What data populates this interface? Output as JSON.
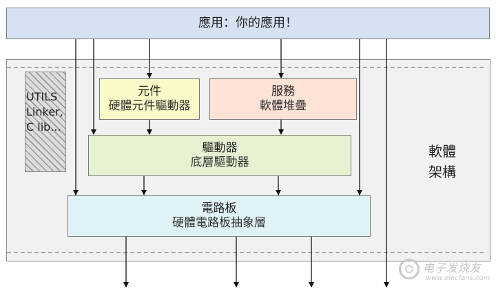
{
  "application": {
    "label": "應用：你的應用！"
  },
  "utils": {
    "lines": [
      "UTILS",
      "Linker,",
      "C lib..."
    ]
  },
  "components": {
    "title": "元件",
    "subtitle": "硬體元件驅動器"
  },
  "services": {
    "title": "服務",
    "subtitle": "軟體堆疊"
  },
  "drivers": {
    "title": "驅動器",
    "subtitle": "底層驅動器"
  },
  "board": {
    "title": "電路板",
    "subtitle": "硬體電路板抽象層"
  },
  "architecture_label": {
    "line1": "軟體",
    "line2": "架構"
  },
  "watermark": {
    "cn": "电子发烧友",
    "url": "www.elecfans.com"
  },
  "colors": {
    "application": "#d6e1f2",
    "components": "#fafac9",
    "services": "#fde2d6",
    "drivers": "#e6f2d2",
    "board": "#dff2f5",
    "frame": "#f1f1f1"
  }
}
